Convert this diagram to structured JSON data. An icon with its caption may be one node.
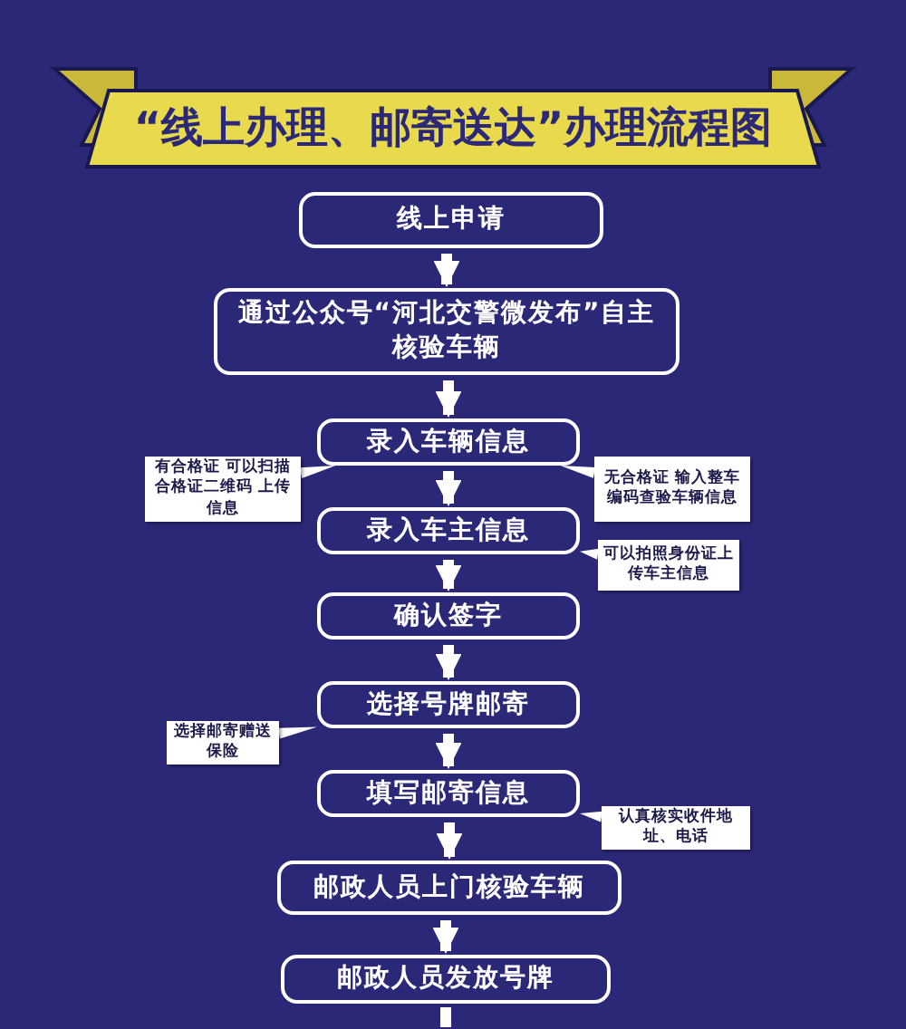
{
  "diagram": {
    "title": "“线上办理、邮寄送达”办理流程图",
    "nodes": [
      {
        "text": [
          "线上申请"
        ]
      },
      {
        "text": [
          "通过公众号“河北交警微发布”自主核验车辆"
        ]
      },
      {
        "text": [
          "录入车辆信息"
        ]
      },
      {
        "text": [
          "录入车主信息"
        ]
      },
      {
        "text": [
          "确认签字"
        ]
      },
      {
        "text": [
          "选择号牌邮寄"
        ]
      },
      {
        "text": [
          "填写邮寄信息"
        ]
      },
      {
        "text": [
          "邮政人员上门核验车辆"
        ]
      },
      {
        "text": [
          "邮政人员发放号牌"
        ]
      },
      {
        "text": [
          "有合格证 可以扫描合格证二维码 上传信息"
        ]
      },
      {
        "text": [
          "无合格证 输入整车编码查验车辆信息"
        ]
      },
      {
        "text": [
          "可以拍照身份证上传车主信息"
        ]
      },
      {
        "text": [
          "选择邮寄赠送保险"
        ]
      },
      {
        "text": [
          "认真核实收件地址、电话"
        ]
      }
    ],
    "edges": [
      {
        "from": 0,
        "to": 1,
        "arrow": "to"
      },
      {
        "from": 1,
        "to": 2,
        "arrow": "to"
      },
      {
        "from": 2,
        "to": 3,
        "arrow": "to"
      },
      {
        "from": 3,
        "to": 4,
        "arrow": "to"
      },
      {
        "from": 4,
        "to": 5,
        "arrow": "to"
      },
      {
        "from": 5,
        "to": 6,
        "arrow": "to"
      },
      {
        "from": 6,
        "to": 7,
        "arrow": "to"
      },
      {
        "from": 7,
        "to": 8,
        "arrow": "to"
      },
      {
        "from": 8,
        "to": null,
        "arrow": "none"
      },
      {
        "from": 9,
        "to": 2,
        "arrow": "none"
      },
      {
        "from": 10,
        "to": 2,
        "arrow": "none"
      },
      {
        "from": 11,
        "to": 3,
        "arrow": "none"
      },
      {
        "from": 12,
        "to": 5,
        "arrow": "none"
      },
      {
        "from": 13,
        "to": 6,
        "arrow": "none"
      }
    ]
  }
}
